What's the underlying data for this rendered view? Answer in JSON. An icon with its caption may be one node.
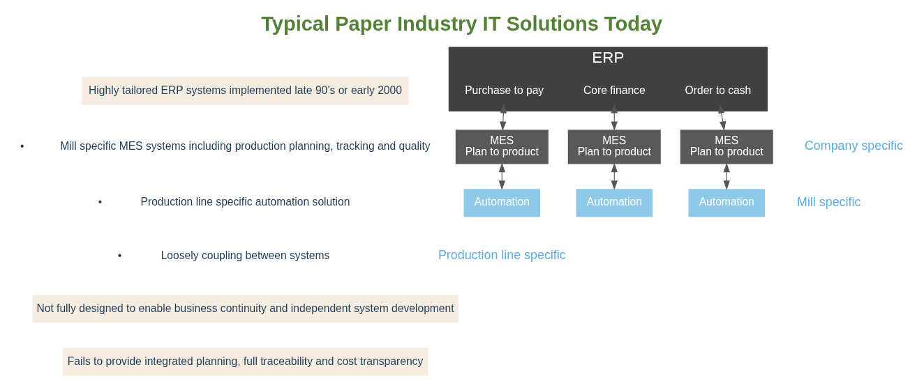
{
  "diagram": {
    "title": "Typical Paper Industry IT Solutions Today",
    "nodes": [
      {
        "text": [
          "Highly tailored ERP systems implemented late 90’s or early 2000"
        ]
      },
      {
        "text": [
          "Not fully designed to enable business continuity and independent system development"
        ]
      },
      {
        "text": [
          "Fails to provide integrated planning, full traceability and cost transparency"
        ]
      },
      {
        "text": [
          "ERP"
        ]
      },
      {
        "text": [
          "Purchase to pay"
        ],
        "in": 3
      },
      {
        "text": [
          "Core finance"
        ],
        "in": 3
      },
      {
        "text": [
          "Order to cash"
        ],
        "in": 3
      },
      {
        "text": [
          "MES",
          "Plan to product"
        ]
      },
      {
        "text": [
          "MES",
          "Plan to product"
        ]
      },
      {
        "text": [
          "MES",
          "Plan to product"
        ]
      },
      {
        "text": [
          "Automation"
        ]
      },
      {
        "text": [
          "Automation"
        ]
      },
      {
        "text": [
          "Automation"
        ]
      }
    ],
    "edges": [
      {
        "from": 4,
        "to": 7,
        "arrow": "both"
      },
      {
        "from": 5,
        "to": 8,
        "arrow": "both"
      },
      {
        "from": 6,
        "to": 9,
        "arrow": "both"
      },
      {
        "from": 7,
        "to": 10,
        "arrow": "both"
      },
      {
        "from": 8,
        "to": 11,
        "arrow": "both"
      },
      {
        "from": 9,
        "to": 12,
        "arrow": "both"
      }
    ],
    "labels": [
      "•",
      "Mill specific MES systems including production planning, tracking and quality",
      "•",
      "Production line specific automation solution",
      "•",
      "Loosely coupling between systems",
      "Company specific",
      "Mill specific",
      "Production line specific"
    ]
  }
}
